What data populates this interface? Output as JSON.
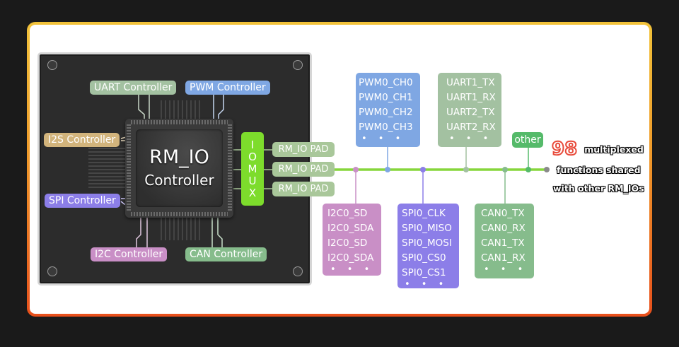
{
  "chip": {
    "title": "RM_IO",
    "subtitle": "Controller"
  },
  "controllers": {
    "uart": "UART Controller",
    "pwm": "PWM Controller",
    "i2s": "I2S Controller",
    "spi": "SPI Controller",
    "i2c": "I2C Controller",
    "can": "CAN Controller"
  },
  "iomux": {
    "letters": [
      "I",
      "O",
      "M",
      "U",
      "X"
    ]
  },
  "pads": [
    "RM_IO PAD",
    "RM_IO PAD",
    "RM_IO PAD"
  ],
  "function_groups": {
    "pwm": {
      "items": [
        "PWM0_CH0",
        "PWM0_CH1",
        "PWM0_CH2",
        "PWM0_CH3"
      ],
      "more": "• • •"
    },
    "uart": {
      "items": [
        "UART1_TX",
        "UART1_RX",
        "UART2_TX",
        "UART2_RX"
      ],
      "more": "• • •"
    },
    "i2c": {
      "items": [
        "I2C0_SD",
        "I2C0_SDA",
        "I2C0_SD",
        "I2C0_SDA"
      ],
      "more": "• • •"
    },
    "spi": {
      "items": [
        "SPI0_CLK",
        "SPI0_MISO",
        "SPI0_MOSI",
        "SPI0_CS0",
        "SPI0_CS1"
      ],
      "more": "• • •"
    },
    "can": {
      "items": [
        "CAN0_TX",
        "CAN0_RX",
        "CAN1_TX",
        "CAN1_RX"
      ],
      "more": "• • •"
    },
    "other": "other"
  },
  "note": {
    "count": "98",
    "line1": "multiplexed",
    "line2": "functions shared",
    "line3": "with other RM_IOs"
  },
  "colors": {
    "uart": "#a3c1a1",
    "pwm": "#7fa7e3",
    "i2s": "#d2b47c",
    "spi": "#8c7ee8",
    "i2c": "#c98fc6",
    "can": "#86bc8c",
    "iomux": "#7ddc2c",
    "pad": "#a9c79a",
    "bus": "#86d63c",
    "other": "#55ba6a",
    "accent_red": "#e84a3a"
  }
}
